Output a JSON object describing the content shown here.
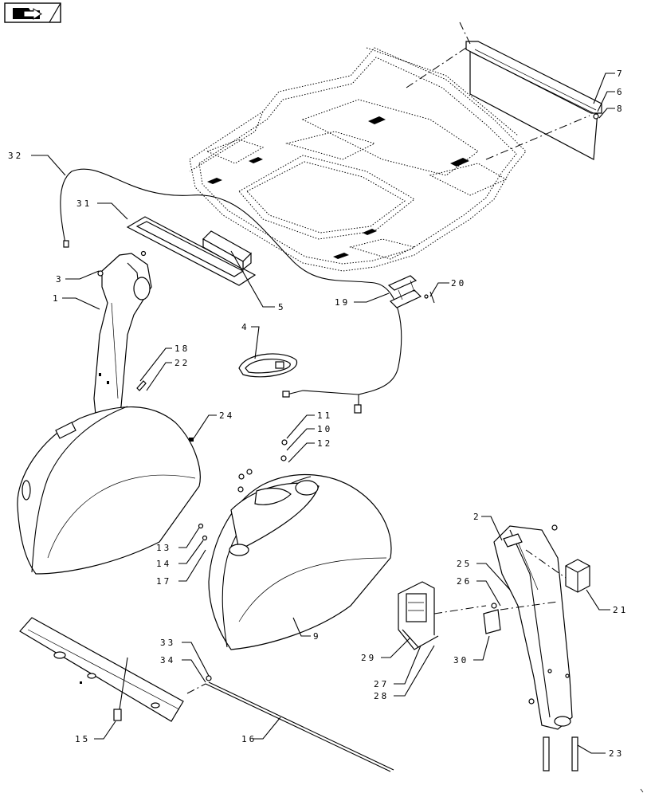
{
  "icons": {
    "nav_button": "arrow-right-folder-icon"
  },
  "callouts": {
    "c1": "1",
    "c2": "2",
    "c3": "3",
    "c4": "4",
    "c5": "5",
    "c6": "6",
    "c7": "7",
    "c8": "8",
    "c9": "9",
    "c10": "10",
    "c11": "11",
    "c12": "12",
    "c13": "13",
    "c14": "14",
    "c15": "15",
    "c16": "16",
    "c17": "17",
    "c18": "18",
    "c19": "19",
    "c20": "20",
    "c21": "21",
    "c22": "22",
    "c23": "23",
    "c24": "24",
    "c25": "25",
    "c26": "26",
    "c27": "27",
    "c28": "28",
    "c29": "29",
    "c30": "30",
    "c31": "31",
    "c32": "32",
    "c33": "33",
    "c34": "34"
  }
}
